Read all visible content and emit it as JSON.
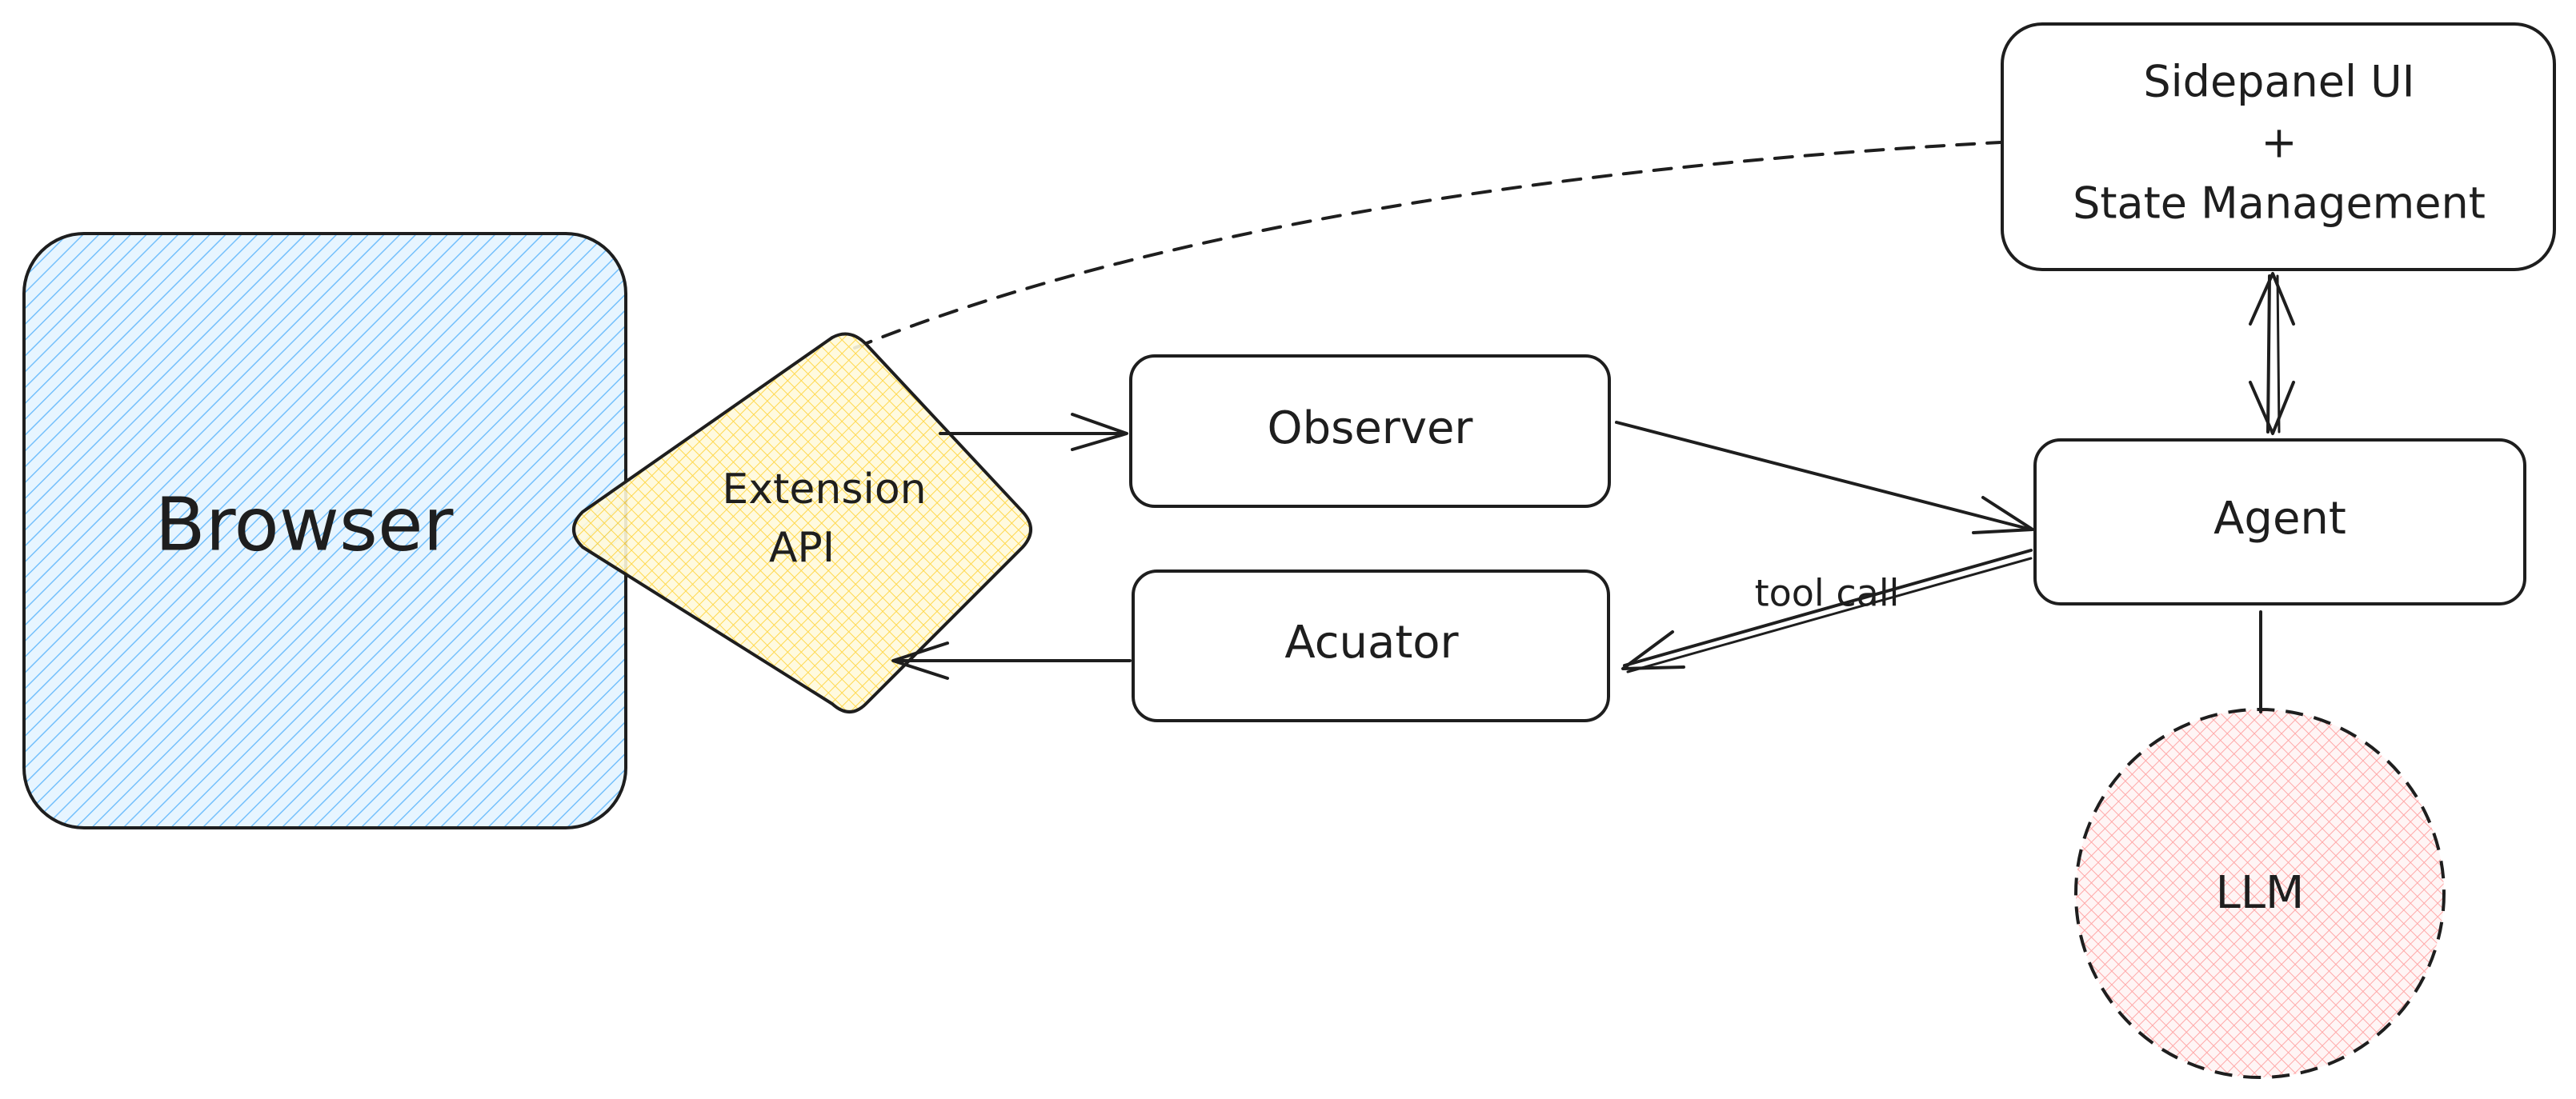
{
  "nodes": {
    "browser": {
      "label": "Browser",
      "fill": "#a5d8ff"
    },
    "extension_api": {
      "line1": "Extension",
      "line2": "API",
      "fill": "#ffec99"
    },
    "observer": {
      "label": "Observer"
    },
    "acuator": {
      "label": "Acuator"
    },
    "agent": {
      "label": "Agent"
    },
    "sidepanel": {
      "line1": "Sidepanel UI",
      "line2": "+",
      "line3": "State Management"
    },
    "llm": {
      "label": "LLM",
      "fill": "#ffc9c9"
    }
  },
  "edges": {
    "tool_call": {
      "label": "tool call"
    }
  },
  "colors": {
    "stroke": "#1e1e1e",
    "background": "#ffffff"
  }
}
